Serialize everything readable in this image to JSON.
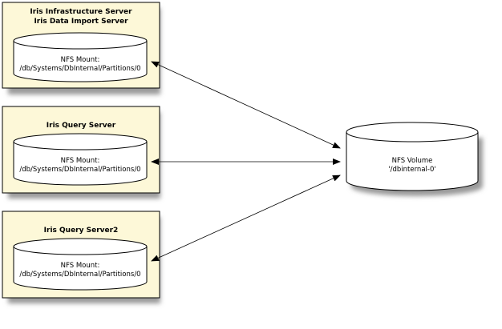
{
  "colors": {
    "box_fill": "#fdf8d8",
    "stroke": "#000000",
    "shadow": "#9a9a9a"
  },
  "servers": [
    {
      "title_lines": [
        "Iris Infrastructure Server",
        "Iris Data Import Server"
      ],
      "mount_label": "NFS Mount:",
      "mount_path": "/db/Systems/DbInternal/Partitions/0"
    },
    {
      "title_lines": [
        "Iris Query Server"
      ],
      "mount_label": "NFS Mount:",
      "mount_path": "/db/Systems/DbInternal/Partitions/0"
    },
    {
      "title_lines": [
        "Iris Query Server2"
      ],
      "mount_label": "NFS Mount:",
      "mount_path": "/db/Systems/DbInternal/Partitions/0"
    }
  ],
  "volume": {
    "label": "NFS Volume",
    "path": "'/dbinternal-0'"
  }
}
